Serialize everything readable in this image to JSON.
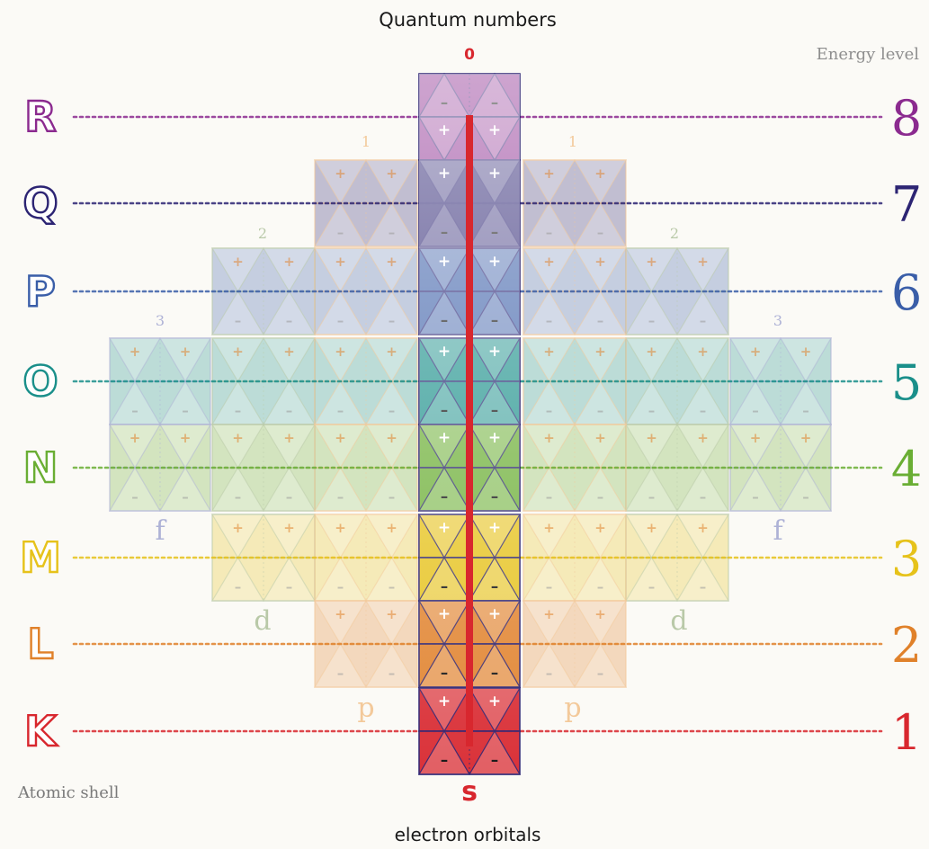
{
  "header": {
    "title": "Quantum numbers",
    "top_number": "0"
  },
  "footer": {
    "s_label": "s",
    "caption": "electron orbitals"
  },
  "left_axis": {
    "label": "Atomic shell"
  },
  "right_axis": {
    "label": "Energy level"
  },
  "shells": [
    {
      "letter": "R",
      "level": "8",
      "color": "#8b2a8f"
    },
    {
      "letter": "Q",
      "level": "7",
      "color": "#2c2473"
    },
    {
      "letter": "P",
      "level": "6",
      "color": "#3a5ea8"
    },
    {
      "letter": "O",
      "level": "5",
      "color": "#1a8f8a"
    },
    {
      "letter": "N",
      "level": "4",
      "color": "#6aae34"
    },
    {
      "letter": "M",
      "level": "3",
      "color": "#e6c21a"
    },
    {
      "letter": "L",
      "level": "2",
      "color": "#e0812a"
    },
    {
      "letter": "K",
      "level": "1",
      "color": "#d8272e"
    }
  ],
  "orbital_columns": [
    {
      "name": "f",
      "number": "3",
      "color": "#aeb2d6"
    },
    {
      "name": "d",
      "number": "2",
      "color": "#b9c9a8"
    },
    {
      "name": "p",
      "number": "1",
      "color": "#f3c99a"
    },
    {
      "name": "s",
      "number": "0",
      "color": "#d8272e"
    }
  ],
  "sign_plus": "+",
  "sign_minus": "–"
}
